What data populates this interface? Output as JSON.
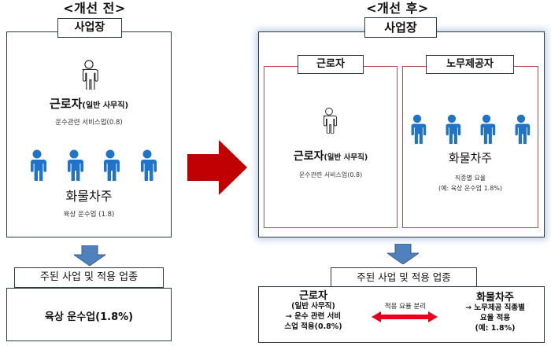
{
  "left": {
    "heading": "<개선 전>",
    "site_label": "사업장",
    "worker_title": "근로자",
    "worker_title_sub": "(일반 사무직)",
    "worker_rate": "운수관련 서비스업(0.8)",
    "owner_title": "화물차주",
    "owner_rate": "육상 운수업 (1.8)",
    "industry_label": "주된 사업 및 적용 업종",
    "result": "육상 운수업(1.8%)"
  },
  "right": {
    "heading": "<개선 후>",
    "site_label": "사업장",
    "worker_box_label": "근로자",
    "labor_box_label": "노무제공자",
    "worker_title": "근로자",
    "worker_title_sub": "(일반 사무직)",
    "worker_rate": "운수관련 서비스업(0.8)",
    "owner_title": "화물차주",
    "owner_rate_line1": "직종별 요율",
    "owner_rate_line2": "(예: 육상 운수업 1.8%)",
    "industry_label": "주된 사업 및 적용 업종",
    "result_worker_title": "근로자",
    "result_worker_line1": "(일반 사무직)",
    "result_worker_line2": "→ 운수 관련 서비",
    "result_worker_line3": "스업 적용(0.8%)",
    "separation_label": "적용 요율 분리",
    "result_owner_title": "화물차주",
    "result_owner_line1": "→ 노무제공 직종별",
    "result_owner_line2": "요율 적용",
    "result_owner_line3": "(예: 1.8%)"
  },
  "colors": {
    "person_blue": "#1f73c8",
    "arrow_red": "#c00000",
    "arrow_blue": "#4f81bd",
    "box_red": "#c0504d"
  },
  "icons": [
    "person-outline-icon",
    "person-blue-icon",
    "red-arrow-icon",
    "down-arrow-icon",
    "double-arrow-icon"
  ]
}
